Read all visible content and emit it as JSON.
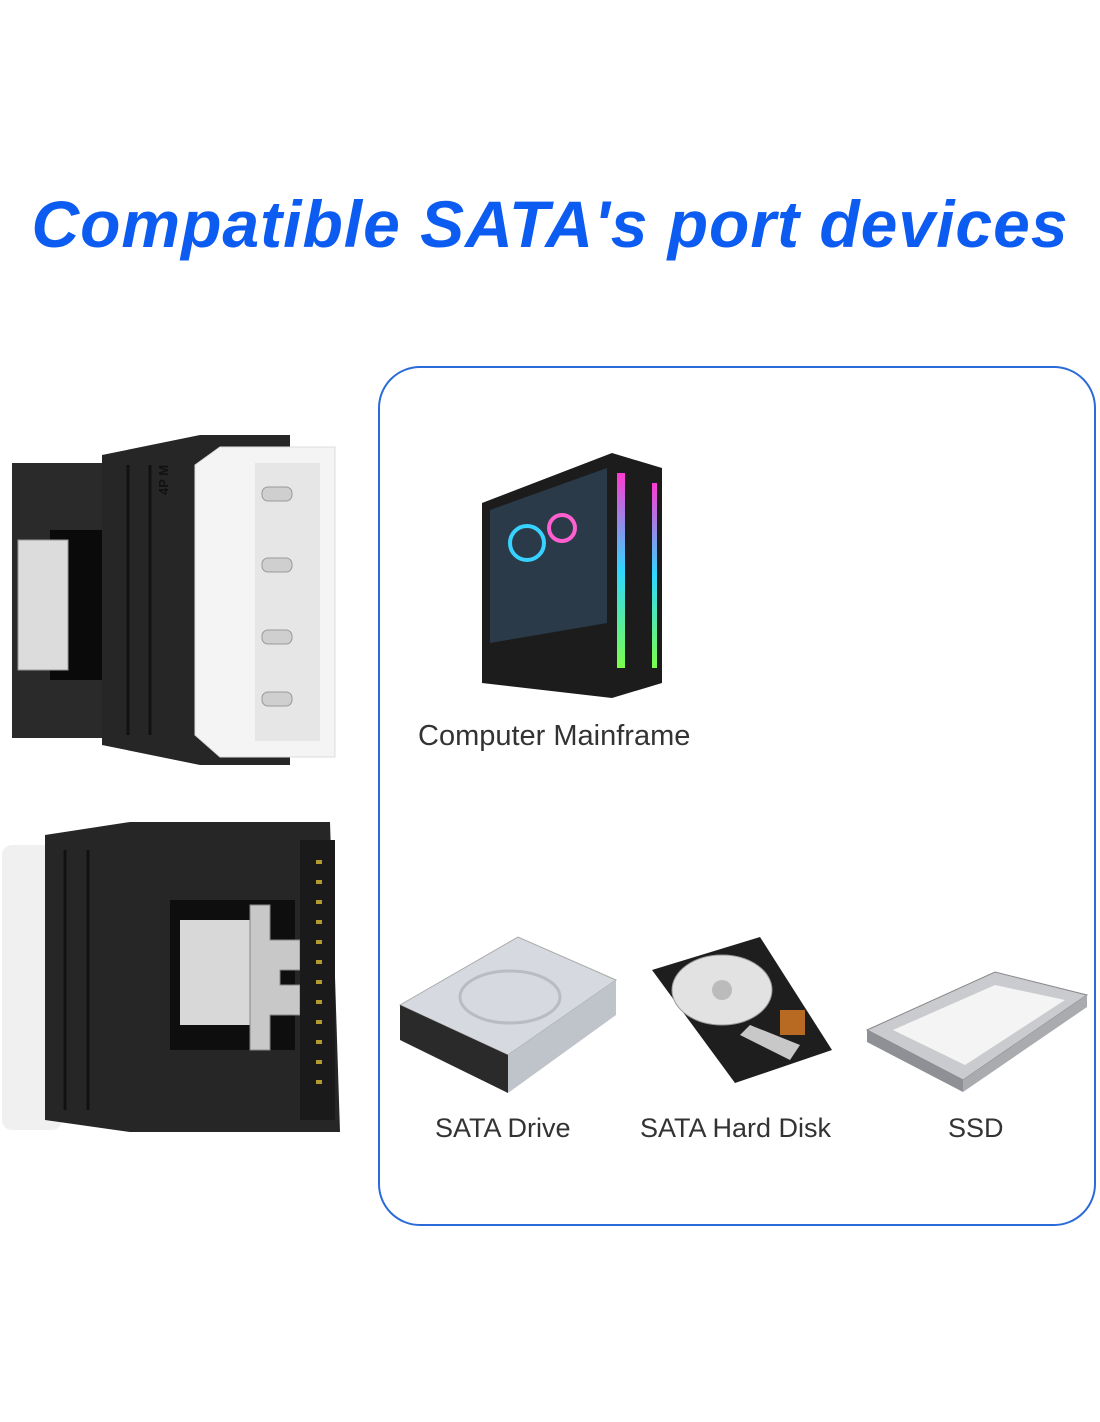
{
  "title": "Compatible SATA's port devices",
  "product": {
    "marking": "4P M"
  },
  "devices": [
    {
      "label": "Computer Mainframe",
      "icon": "pc-case-icon"
    },
    {
      "label": "SATA Drive",
      "icon": "optical-drive-icon"
    },
    {
      "label": "SATA Hard Disk",
      "icon": "hard-disk-icon"
    },
    {
      "label": "SSD",
      "icon": "ssd-icon"
    }
  ],
  "colors": {
    "title": "#0d5cf2",
    "border": "#2b6bd9"
  }
}
